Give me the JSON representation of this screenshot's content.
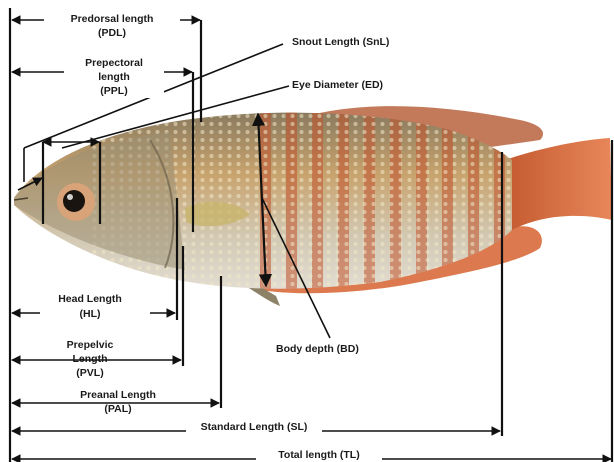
{
  "figure": {
    "labels": {
      "pdl_line1": "Predorsal length",
      "pdl_line2": "(PDL)",
      "ppl_line1": "Prepectoral",
      "ppl_line2": "length",
      "ppl_line3": "(PPL)",
      "snl": "Snout Length (SnL)",
      "ed": "Eye Diameter (ED)",
      "hl_line1": "Head Length",
      "hl_line2": "(HL)",
      "pvl_line1": "Prepelvic",
      "pvl_line2": "Length",
      "pvl_line3": "(PVL)",
      "pal_line1": "Preanal Length",
      "pal_line2": "(PAL)",
      "bd": "Body depth (BD)",
      "sl": "Standard Length (SL)",
      "tl": "Total length (TL)"
    },
    "colors": {
      "body_base": "#c9a06a",
      "body_belly": "#d8d4c6",
      "stripe": "#c0522c",
      "tail": "#d9673a",
      "head": "#a89a80"
    }
  }
}
